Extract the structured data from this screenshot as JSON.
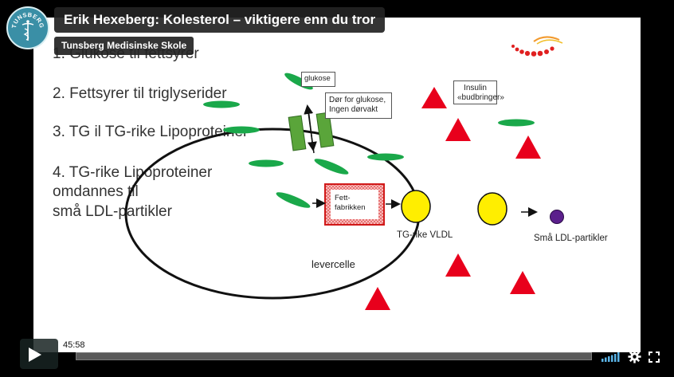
{
  "video": {
    "title": "Erik Hexeberg: Kolesterol – viktigere enn du tror",
    "byline": "Tunsberg Medisinske Skole",
    "logo_text": "TUNSBERG",
    "timestamp": "45:58",
    "progress_fraction": 0.0
  },
  "slide": {
    "lines": [
      "1. Glukose til fettsyrer",
      "2. Fettsyrer til triglyserider",
      "3. TG il TG-rike Lipoproteiner",
      "4. TG-rike Lipoproteiner",
      "omdannes til",
      "små LDL-partikler"
    ],
    "boxes": {
      "glukose": "glukose",
      "door_line1": "Dør for glukose,",
      "door_line2": "Ingen dørvakt",
      "insulin_line1": "Insulin",
      "insulin_line2": "«budbringer»",
      "factory_line1": "Fett-",
      "factory_line2": "fabrikken"
    },
    "labels": {
      "vldl": "TG-rike VLDL",
      "ldl": "Små LDL-partikler",
      "cell": "levercelle"
    }
  },
  "colors": {
    "green": "#1aa84a",
    "red": "#e8001c",
    "yellow": "#ffee00",
    "purple": "#5b1f8c",
    "channel": "#5aa53a",
    "controls_bg": "#172322"
  },
  "icons": {
    "play": "play-icon",
    "volume": "volume-icon",
    "settings": "gear-icon",
    "fullscreen": "fullscreen-icon"
  }
}
